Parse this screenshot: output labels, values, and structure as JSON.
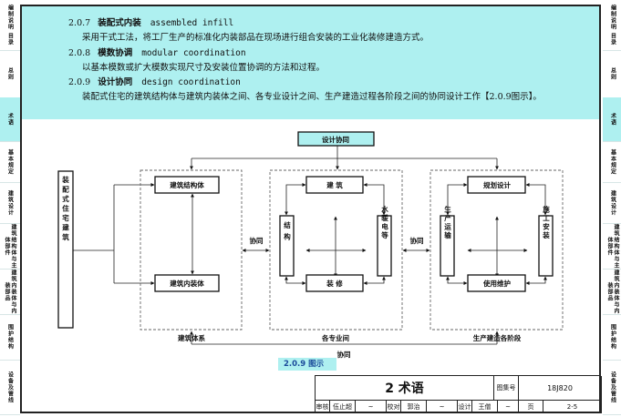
{
  "sidebar_tabs": [
    "编制说明 目录",
    "总则",
    "术语",
    "基本规定",
    "建筑设计",
    "建筑结构体与主体部件",
    "建筑内装体与内装部品",
    "围护结构",
    "设备及管线"
  ],
  "sidebar_active": "术语",
  "terms": [
    {
      "num": "2.0.7",
      "zh": "装配式内装",
      "en": "assembled infill",
      "def": "采用干式工法，将工厂生产的标准化内装部品在现场进行组合安装的工业化装修建造方式。"
    },
    {
      "num": "2.0.8",
      "zh": "模数协调",
      "en": "modular coordination",
      "def": "以基本模数或扩大模数实现尺寸及安装位置协调的方法和过程。"
    },
    {
      "num": "2.0.9",
      "zh": "设计协同",
      "en": "design coordination",
      "def": "装配式住宅的建筑结构体与建筑内装体之间、各专业设计之间、生产建造过程各阶段之间的协同设计工作【2.0.9图示】。"
    }
  ],
  "diagram": {
    "top": "设计协同",
    "root": "装配式住宅建筑",
    "group1": {
      "label": "建筑体系",
      "top": "建筑结构体",
      "bottom": "建筑内装体"
    },
    "group2": {
      "label": "各专业间",
      "top": "建 筑",
      "bottom": "装 修",
      "left": "结构",
      "right": "水暖电等"
    },
    "group3": {
      "label": "生产建造各阶段",
      "top": "规划设计",
      "bottom": "使用维护",
      "left": "生产运输",
      "right": "施工安装"
    },
    "link12": "协同",
    "link23": "协同",
    "link_bottom": "协同"
  },
  "caption": "2.0.9 图示",
  "title_block": {
    "title": "2 术语",
    "atlas_label": "图集号",
    "atlas_no": "18J820",
    "review_label": "审核",
    "reviewer": "伍止超",
    "check_label": "校对",
    "checker": "郭治",
    "design_label": "设计",
    "designer": "王僧",
    "page_label": "页",
    "page": "2-5"
  },
  "colors": {
    "accent": "#aef0f0",
    "caption_text": "#1a4a9a"
  }
}
